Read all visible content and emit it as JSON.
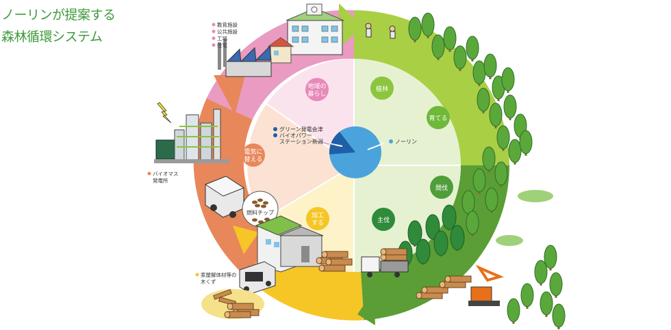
{
  "title": {
    "line1": "ノーリンが提案する",
    "line2": "森林循環システム"
  },
  "cycle": [
    {
      "label_lines": [
        "植林"
      ],
      "color": "#8cc63f"
    },
    {
      "label_lines": [
        "育てる"
      ],
      "color": "#6fb83a"
    },
    {
      "label_lines": [
        "間伐"
      ],
      "color": "#4f9e3a"
    },
    {
      "label_lines": [
        "主伐"
      ],
      "color": "#2f8a3a"
    },
    {
      "label_lines": [
        "加工",
        "する"
      ],
      "color": "#f5c626"
    },
    {
      "label_lines": [
        "電気に",
        "替える"
      ],
      "color": "#e8875a"
    },
    {
      "label_lines": [
        "地域の",
        "暮らし"
      ],
      "color": "#e889b8"
    }
  ],
  "center": {
    "legend_norin": "ノーリン",
    "legend_green": "グリーン発電会津",
    "legend_bio_line1": "バイオパワー",
    "legend_bio_line2": "ステーション新潟",
    "colors": {
      "norin": "#4ba3dc",
      "partner": "#1f5fa8"
    }
  },
  "community_labels": [
    "教育施設",
    "公共施設",
    "工場",
    "住宅"
  ],
  "biomass_label": {
    "line1": "バイオマス",
    "line2": "発電所"
  },
  "chip_label": "燃料チップ",
  "waste_label": {
    "line1": "家屋解体材等の",
    "line2": "木くず"
  }
}
